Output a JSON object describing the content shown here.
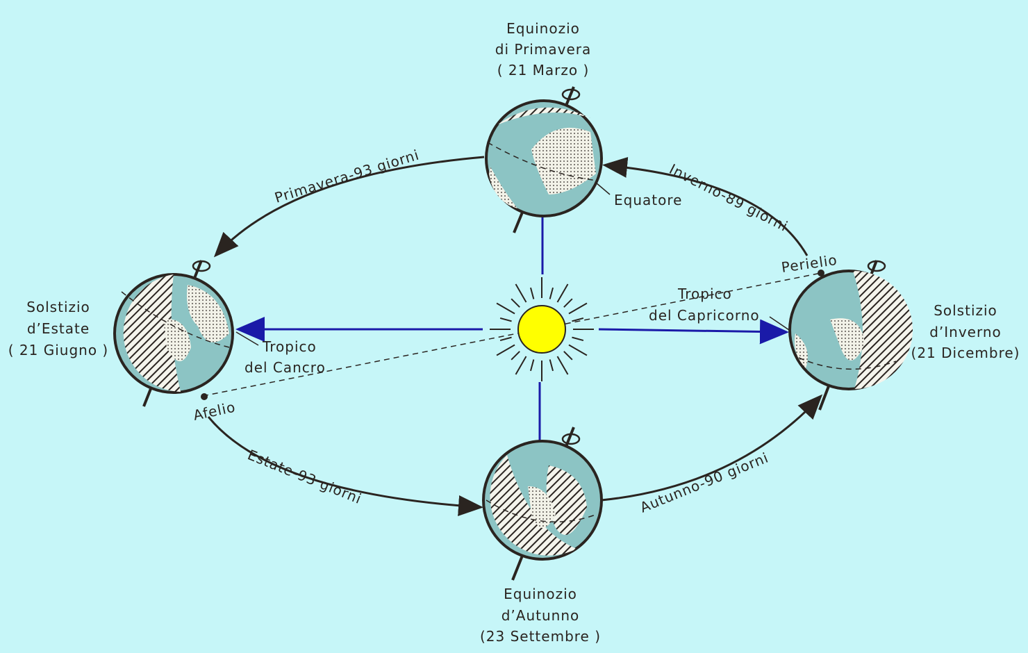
{
  "colors": {
    "background": "#c6f6f8",
    "globe": "#8cc4c4",
    "sun": "#ffff00",
    "arrow": "#1a1aa8"
  },
  "points": {
    "spring": [
      "Equinozio",
      "di Primavera",
      "( 21 Marzo )"
    ],
    "summer": [
      "Solstizio",
      "d’Estate",
      "( 21 Giugno )"
    ],
    "autumn": [
      "Equinozio",
      "d’Autunno",
      "(23 Settembre )"
    ],
    "winter": [
      "Solstizio",
      "d’Inverno",
      "(21 Dicembre)"
    ]
  },
  "seasons": {
    "spring": "Primavera-93 giorni",
    "winter": "Inverno-89 giorni",
    "summer": "Estate-93 giorni",
    "autumn": "Autunno-90 giorni"
  },
  "labels": {
    "equator": "Equatore",
    "perihelion": "Perielio",
    "aphelion": "Afelio",
    "capricorn": [
      "Tropico",
      "del Capricorno"
    ],
    "cancer": [
      "Tropico",
      "del Cancro"
    ]
  }
}
